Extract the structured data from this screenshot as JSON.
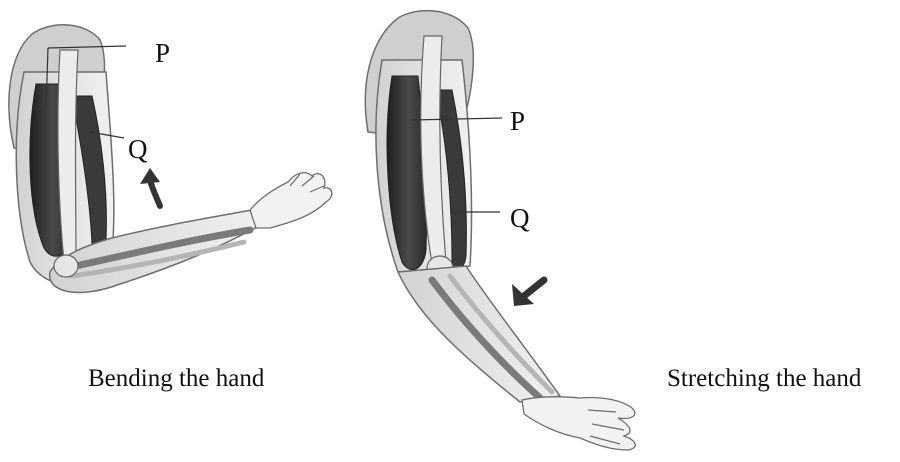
{
  "diagram": {
    "bending": {
      "label_p": "P",
      "label_q": "Q",
      "caption": "Bending the hand",
      "motion_arrow": "curved-up-arrow-icon"
    },
    "stretching": {
      "label_p": "P",
      "label_q": "Q",
      "caption": "Stretching the hand",
      "motion_arrow": "diagonal-down-arrow-icon"
    }
  }
}
